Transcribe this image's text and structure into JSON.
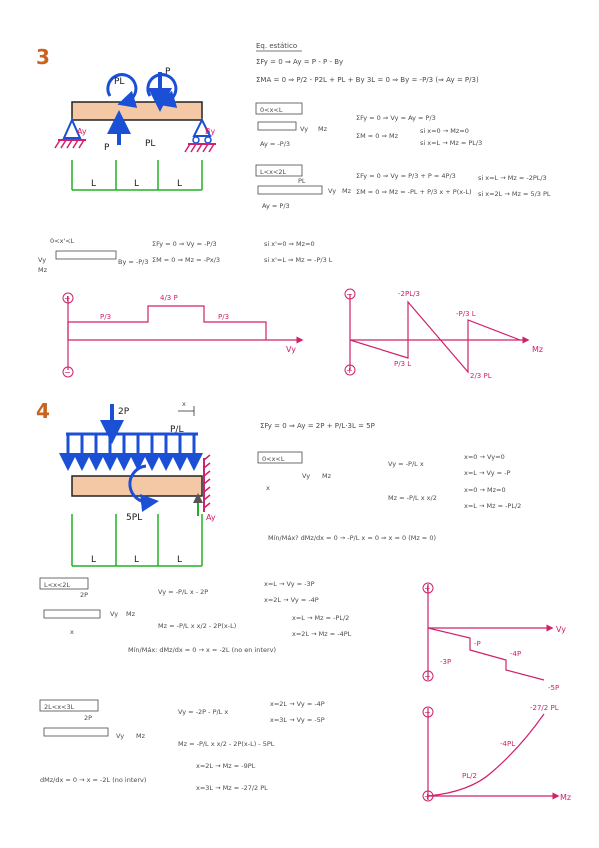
{
  "problem3": {
    "number": "3",
    "figure": {
      "loads": [
        "PL",
        "P",
        "P",
        "PL"
      ],
      "supports": [
        "Ay",
        "By"
      ],
      "spans": [
        "L",
        "L",
        "L"
      ]
    },
    "static_title": "Eq. estático",
    "static_lines": [
      "ΣFy = 0 ⇒ Ay = P - P - By",
      "ΣMA = 0 ⇒ P/2 - P2L + PL + By 3L = 0 ⇒ By = -P/3  (⇒ Ay = P/3)"
    ],
    "range1": {
      "label": "0<x<L",
      "free_body": [
        "Vy",
        "Mz",
        "Ay = -P/3"
      ],
      "eq_v": "ΣFy = 0 ⇒ Vy = Ay = P/3",
      "eq_m": "ΣM = 0 ⇒ Mz",
      "cases": [
        "si x=0 → Mz=0",
        "si x=L → Mz = PL/3"
      ]
    },
    "range2": {
      "label": "L<x<2L",
      "free_body": [
        "Vy",
        "Mz",
        "Ay = P/3",
        "PL"
      ],
      "eq_v": "ΣFy = 0 ⇒ Vy = P/3 + P = 4P/3",
      "eq_m": "ΣM = 0 ⇒ Mz = -PL + P/3 x + P(x-L)",
      "cases": [
        "si x=L → Mz = -2PL/3",
        "si x=2L → Mz = 5/3 PL"
      ]
    },
    "range3": {
      "label": "0<x'<L",
      "free_body": [
        "Vy",
        "Mz",
        "By = -P/3"
      ],
      "eq_v": "ΣFy = 0 ⇒ Vy = -P/3",
      "eq_m": "ΣM = 0 ⇒ Mz = -Px/3",
      "cases": [
        "si x'=0 ⇒ Mz=0",
        "si x'=L ⇒ Mz = -P/3 L"
      ]
    },
    "shear_diagram": {
      "plus": "+",
      "minus": "−",
      "labels": [
        "P/3",
        "4/3 P",
        "P/3"
      ],
      "axis": "Vy"
    },
    "moment_diagram": {
      "plus": "+",
      "minus": "−",
      "labels": [
        "-2PL/3",
        "-P/3 L",
        "P/3 L",
        "2/3 PL"
      ],
      "axis": "Mz"
    }
  },
  "problem4": {
    "number": "4",
    "figure": {
      "loads": [
        "2P",
        "P/L",
        "5PL"
      ],
      "supports": [
        "Ay"
      ],
      "spans": [
        "L",
        "L",
        "L"
      ],
      "coord": "x"
    },
    "static_line": "ΣFy = 0 ⇒ Ay = 2P + P/L·3L = 5P",
    "range1": {
      "label": "0<x<L",
      "free_body": [
        "Vy",
        "Mz",
        "x"
      ],
      "eq_v": "Vy = -P/L x",
      "v_cases": [
        "x=0 → Vy=0",
        "x=L → Vy = -P"
      ],
      "eq_m": "Mz = -P/L x x/2",
      "m_cases": [
        "x=0 → Mz=0",
        "x=L → Mz = -PL/2"
      ],
      "extreme": "Mín/Máx? dMz/dx = 0 → -P/L x = 0 ⇒ x = 0 (Mz = 0)"
    },
    "range2": {
      "label": "L<x<2L",
      "free_body": [
        "2P",
        "Vy",
        "Mz",
        "x"
      ],
      "eq_v": "Vy = -P/L x - 2P",
      "v_cases": [
        "x=L → Vy = -3P",
        "x=2L → Vy = -4P"
      ],
      "eq_m": "Mz = -P/L x x/2 - 2P(x-L)",
      "m_cases": [
        "x=L → Mz = -PL/2",
        "x=2L → Mz = -4PL"
      ],
      "extreme": "Mín/Máx: dMz/dx = 0 → x = -2L (no en interv)"
    },
    "range3": {
      "label": "2L<x<3L",
      "free_body": [
        "2P",
        "Vy",
        "Mz"
      ],
      "eq_v": "Vy = -2P - P/L x",
      "v_cases": [
        "x=2L → Vy = -4P",
        "x=3L → Vy = -5P"
      ],
      "eq_m": "Mz = -P/L x x/2 - 2P(x-L) - 5PL",
      "m_cases": [
        "x=2L → Mz = -9PL",
        "x=3L → Mz = -27/2 PL"
      ],
      "extreme": "dMz/dx = 0 → x = -2L (no interv)"
    },
    "shear_diagram": {
      "plus": "+",
      "minus": "−",
      "labels": [
        "-P",
        "-3P",
        "-4P",
        "-5P"
      ],
      "axis": "Vy"
    },
    "moment_diagram": {
      "plus": "+",
      "minus": "−",
      "labels": [
        "-27/2 PL",
        "-4PL",
        "PL/2"
      ],
      "axis": "Mz"
    }
  }
}
